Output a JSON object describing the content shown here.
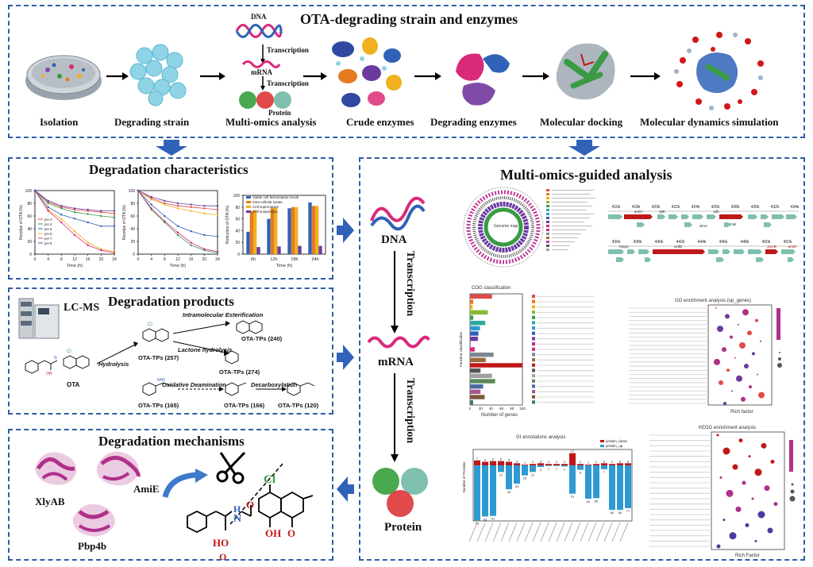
{
  "top": {
    "title": "OTA-degrading strain and enzymes",
    "steps": [
      "Isolation",
      "Degrading strain",
      "Multi-omics analysis",
      "Crude enzymes",
      "Degrading enzymes",
      "Molecular docking",
      "Molecular dynamics simulation"
    ],
    "dna": "DNA",
    "transcription1": "Transcription",
    "mrna": "mRNA",
    "transcription2": "Transcription",
    "protein": "Protein"
  },
  "characteristics": {
    "title": "Degradation characteristics",
    "chart1": {
      "ylabel": "Residue of OTA (%)",
      "xlabel": "Time (h)",
      "xticks": [
        "0",
        "4",
        "8",
        "12",
        "16",
        "20",
        "24"
      ],
      "yticks": [
        "0",
        "20",
        "40",
        "60",
        "80",
        "100"
      ],
      "legend": [
        "pH 3",
        "pH 4",
        "pH 5",
        "pH 6",
        "pH 7",
        "pH 8"
      ]
    },
    "chart2": {
      "ylabel": "Residue of OTA (%)",
      "xlabel": "Time (h)",
      "xticks": [
        "0",
        "4",
        "8",
        "12",
        "16",
        "20",
        "24"
      ],
      "yticks": [
        "0",
        "20",
        "40",
        "60",
        "80",
        "100"
      ]
    },
    "chart3": {
      "ylabel": "Reduction of OTA (%)",
      "xlabel": "Time (h)",
      "categories": [
        "6h",
        "12h",
        "18h",
        "24h"
      ],
      "yticks": [
        "0",
        "20",
        "40",
        "60",
        "80",
        "100"
      ],
      "legend": [
        "Viable cell fermentation broth",
        "Intra-cellular lysate",
        "Cell supernatant",
        "Cell suspension"
      ]
    }
  },
  "chart_data": {
    "type": "bar",
    "categories": [
      "6h",
      "12h",
      "18h",
      "24h"
    ],
    "series": [
      {
        "name": "Viable cell fermentation broth",
        "values": [
          38,
          60,
          78,
          88
        ]
      },
      {
        "name": "Intra-cellular lysate",
        "values": [
          73,
          78,
          80,
          82
        ]
      },
      {
        "name": "Cell supernatant",
        "values": [
          75,
          79,
          80,
          82
        ]
      },
      {
        "name": "Cell suspension",
        "values": [
          12,
          13,
          14,
          14
        ]
      }
    ],
    "xlabel": "Time (h)",
    "ylabel": "Reduction of OTA (%)",
    "ylim": [
      0,
      100
    ]
  },
  "products": {
    "title": "Degradation products",
    "lcms": "LC-MS",
    "ota": "OTA",
    "hydrolysis": "Hydrolysis",
    "intra": "Intramolecular Esterification",
    "lactone": "Lactone hydrolysis",
    "oxid": "Oxidative Deamination",
    "decarb": "Decarboxylation",
    "tps": [
      "OTA-TPs (257)",
      "OTA-TPs (240)",
      "OTA-TPs (274)",
      "OTA-TPs (165)",
      "OTA-TPs (166)",
      "OTA-TPs (120)"
    ]
  },
  "mechanisms": {
    "title": "Degradation mechanisms",
    "enzymes": [
      "XlyAB",
      "AmiE",
      "Pbp4b"
    ],
    "cl": "Cl",
    "n": "N",
    "h": "H",
    "oh": "OH",
    "o": "O",
    "ho": "HO"
  },
  "multi": {
    "title": "Multi-omics-guided analysis",
    "dna": "DNA",
    "mrna": "mRNA",
    "protein": "Protein",
    "transcription": "Transcription",
    "genome_center": "Genome map",
    "cog_title": "COG classification",
    "cog_xlabel": "Number of genes",
    "cog_ylabel": "Function classification",
    "go_title": "GO enrichment analysis (up_genes)",
    "go_xlabel": "Rich factor",
    "kegg_title": "KEGG enrichment analysis",
    "kegg_xlabel": "Rich Factor",
    "gi_title": "GI annotations analysis",
    "gi_ylabel": "Number of Proteins",
    "gi_legend": [
      "protein_down",
      "protein_up"
    ],
    "gene_labels_row1": [
      "416k",
      "418k",
      "420k",
      "422k",
      "424k",
      "426k",
      "428k",
      "430k",
      "432k",
      "434k"
    ],
    "gene_labels_row2": [
      "436k",
      "438k",
      "440k",
      "442k",
      "444k",
      "446k",
      "448k",
      "450k",
      "452k"
    ],
    "gene_names": [
      "amiA",
      "rplK",
      "xdh",
      "xlmB",
      "xlmA",
      "hmpA",
      "cmlD",
      "xlyAB",
      "amiE"
    ]
  },
  "colors": {
    "border": "#2f5da8",
    "arrow": "#2f62b8",
    "pink": "#d92a7a",
    "green": "#3a9a45",
    "teal": "#6fb8a6"
  }
}
